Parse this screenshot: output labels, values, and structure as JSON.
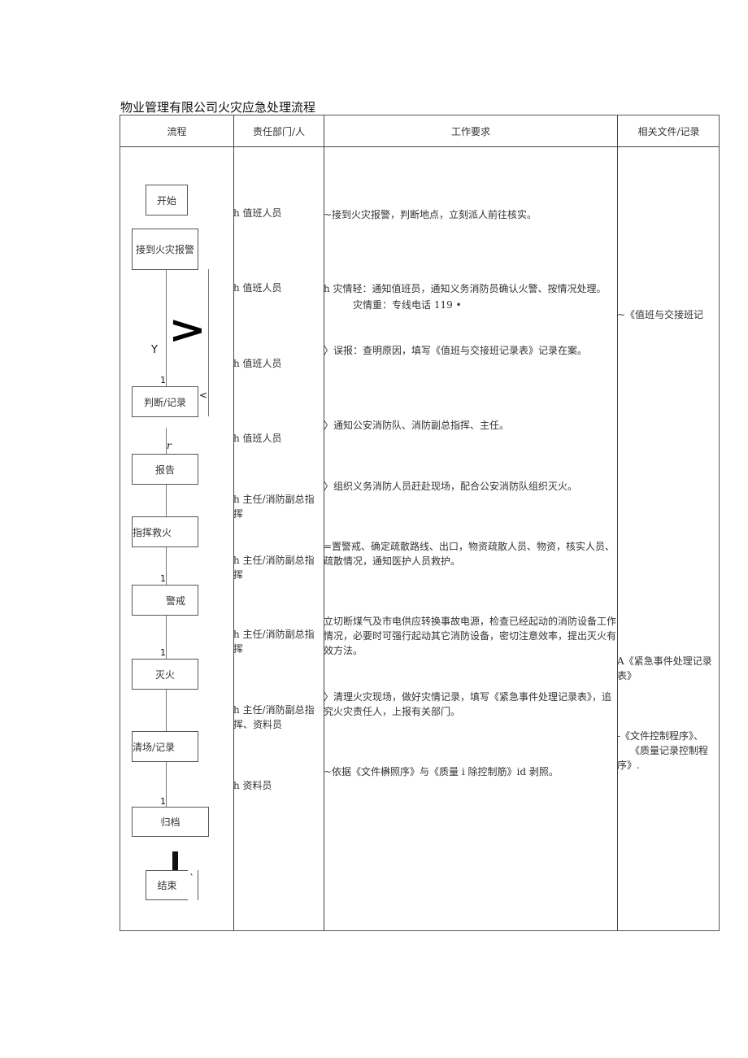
{
  "document": {
    "title": "物业管理有限公司火灾应急处理流程"
  },
  "table": {
    "headers": [
      "流程",
      "责任部门/人",
      "工作要求",
      "相关文件/记录"
    ]
  },
  "flowchart": {
    "nodes": [
      {
        "id": "start",
        "label": "开始"
      },
      {
        "id": "receive-alarm",
        "label": "接到火灾报警"
      },
      {
        "id": "judge-record",
        "label": "判断/记录"
      },
      {
        "id": "report",
        "label": "报告"
      },
      {
        "id": "command",
        "label": "指挥救火"
      },
      {
        "id": "cordon",
        "label": "警戒"
      },
      {
        "id": "extinguish",
        "label": "灭火"
      },
      {
        "id": "cleanup",
        "label": "清场/记录"
      },
      {
        "id": "archive",
        "label": "归档"
      },
      {
        "id": "end",
        "label": "结束"
      }
    ],
    "marks": {
      "y_label": "Y",
      "one_1": "1",
      "one_2": "1",
      "one_3": "1",
      "one_4": "1",
      "big_v": ">",
      "small_lt": "<",
      "r_mark": "r",
      "tick_mark": "`"
    }
  },
  "responsible": [
    "h 值班人员",
    "h 值班人员",
    "h 值班人员",
    "h 值班人员",
    "h 主任/消防副总指挥",
    "h 主任/消防副总指挥",
    "h 主任/消防副总指挥",
    "h 主任/消防副总指挥、资料员",
    "h 资料员"
  ],
  "requirements": [
    "~接到火灾报警，判断地点，立刻派人前往核实。",
    "h 灾情轻：通知值班员，通知义务消防员确认火警、按情况处理。",
    "灾情重：专线电话 119 •",
    "〉误报：查明原因，填写《值班与交接班记录表》记录在案。",
    "〉通知公安消防队、消防副总指挥、主任。",
    "〉组织义务消防人员赶赴现场，配合公安消防队组织灭火。",
    "=置警戒、确定疏散路线、出口，物资疏散人员、物资，核实人员、疏散情况，通知医护人员救护。",
    "立切断煤气及市电供应转换事故电源，检查已经起动的消防设备工作情况，必要时可强行起动其它消防设备，密切注意效率，提出灭火有效方法。",
    "〉清理火灾现场，做好灾情记录，填写《紧急事件处理记录表》，追究火灾责任人，上报有关部门。",
    "~依据《文件楙照序》与《质量 i 除控制筋》id 剥照。"
  ],
  "documents": [
    "~《值班与交接班记",
    "A《紧急事件处理记录表》",
    "-《文件控制程序》、",
    "《质量记录控制程序》."
  ]
}
